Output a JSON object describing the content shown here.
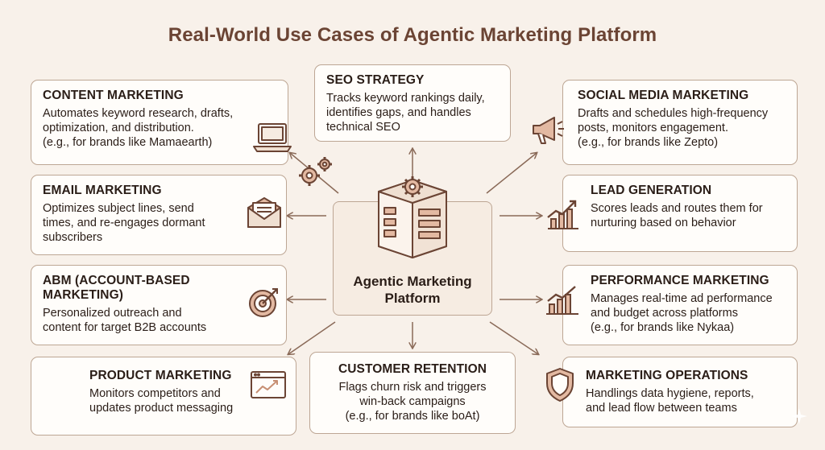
{
  "title": "Real-World Use Cases of Agentic Marketing Platform",
  "center": {
    "label_line1": "Agentic Marketing",
    "label_line2": "Platform"
  },
  "cards": {
    "content_marketing": {
      "heading": "CONTENT MARKETING",
      "lines": [
        "Automates keyword research, drafts,",
        "optimization, and distribution.",
        "(e.g., for brands like Mamaearth)"
      ]
    },
    "seo_strategy": {
      "heading": "SEO STRATEGY",
      "lines": [
        "Tracks keyword rankings daily,",
        "identifies gaps, and handles",
        "technical SEO"
      ]
    },
    "social_media_marketing": {
      "heading": "SOCIAL MEDIA MARKETING",
      "lines": [
        "Drafts and schedules high-frequency",
        "posts, monitors engagement.",
        "(e.g., for brands like Zepto)"
      ]
    },
    "email_marketing": {
      "heading": "EMAIL MARKETING",
      "lines": [
        "Optimizes subject lines, send",
        "times, and re-engages dormant",
        "subscribers"
      ]
    },
    "lead_generation": {
      "heading": "LEAD GENERATION",
      "lines": [
        "Scores leads and routes them for",
        "nurturing based on behavior"
      ]
    },
    "abm": {
      "heading_line1": "ABM (ACCOUNT-BASED",
      "heading_line2": "MARKETING)",
      "lines": [
        "Personalized outreach and",
        "content for target B2B accounts"
      ]
    },
    "performance_marketing": {
      "heading": "PERFORMANCE MARKETING",
      "lines": [
        "Manages real-time ad performance",
        "and budget across platforms",
        "(e.g., for brands like Nykaa)"
      ]
    },
    "product_marketing": {
      "heading": "PRODUCT MARKETING",
      "lines": [
        "Monitors competitors and",
        "updates product messaging"
      ]
    },
    "customer_retention": {
      "heading": "CUSTOMER RETENTION",
      "lines": [
        "Flags churn risk and triggers",
        "win-back campaigns",
        "(e.g., for brands like boAt)"
      ]
    },
    "marketing_operations": {
      "heading": "MARKETING OPERATIONS",
      "lines": [
        "Handlings data hygiene, reports,",
        "and lead flow between teams"
      ]
    }
  },
  "icons": {
    "content_marketing": "laptop-icon",
    "seo_strategy": "gears-icon",
    "social_media_marketing": "megaphone-icon",
    "email_marketing": "envelope-icon",
    "lead_generation": "growth-chart-icon",
    "abm": "target-icon",
    "performance_marketing": "bar-chart-icon",
    "product_marketing": "browser-chart-icon",
    "marketing_operations": "shield-icon",
    "center": "building-gear-icon"
  },
  "colors": {
    "background": "#f8f1ea",
    "card_border": "#bda694",
    "title": "#6b4434",
    "icon_stroke": "#6b4434",
    "icon_fill": "#e3b9a2"
  }
}
